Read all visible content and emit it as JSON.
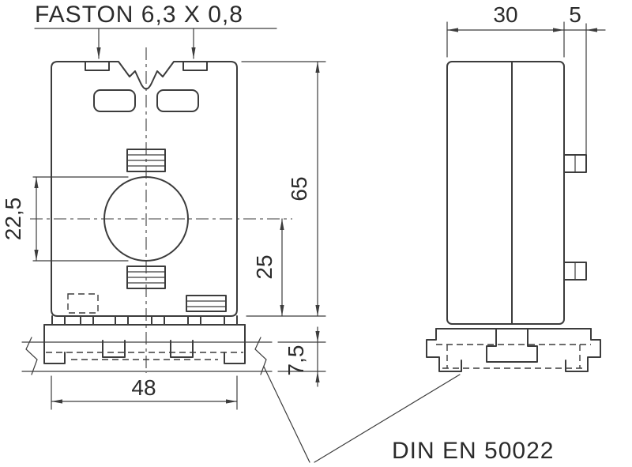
{
  "drawing": {
    "background": "#ffffff",
    "line_color": "#3c3c3c",
    "text_color": "#2b2b2b",
    "callouts": {
      "faston": "FASTON 6,3 X 0,8",
      "din_rail": "DIN EN 50022"
    },
    "dimensions": {
      "hole_width": "22,5",
      "body_height": "65",
      "center_to_base": "25",
      "body_width": "48",
      "rail_depth": "7,5",
      "side_depth": "30",
      "tab_depth": "5"
    }
  }
}
